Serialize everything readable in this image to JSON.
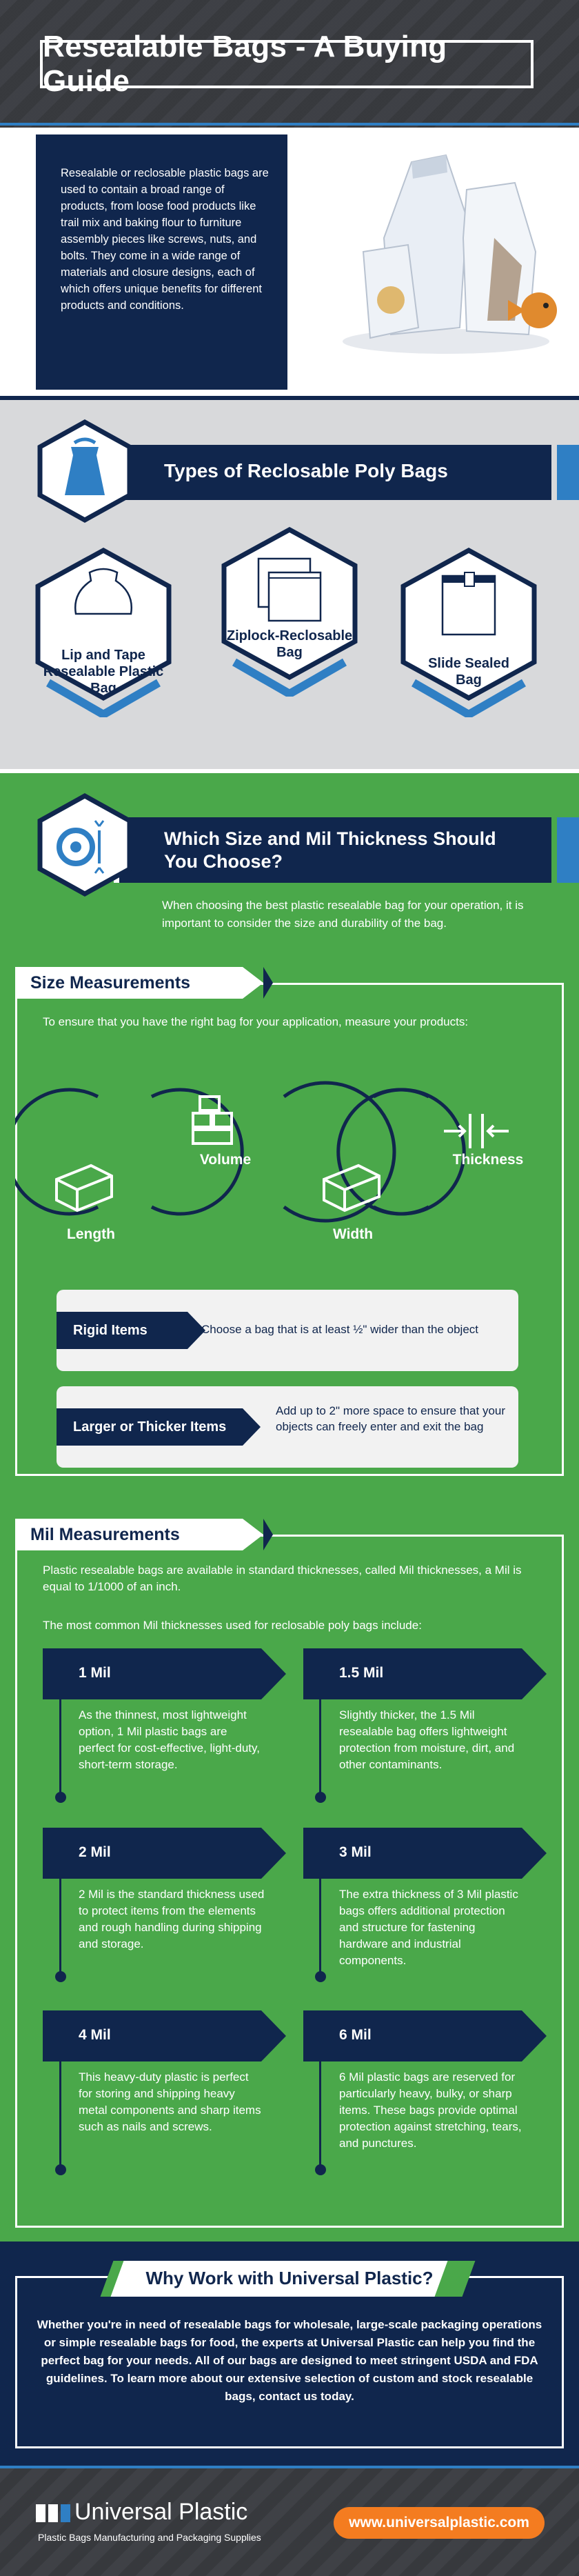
{
  "header": {
    "title": "Resealable Bags - A Buying Guide"
  },
  "intro": {
    "text": "Resealable or reclosable plastic bags are used to contain a broad range of products, from loose food products like trail mix and baking flour to furniture assembly pieces like screws, nuts, and bolts. They come in a wide range of materials and closure designs, each of which offers unique benefits for different products and conditions."
  },
  "types": {
    "title": "Types of Reclosable Poly Bags",
    "items": [
      {
        "label_1": "Lip and Tape",
        "label_2": "Resealable Plastic",
        "label_3": "Bag"
      },
      {
        "label_1": "Ziplock-Reclosable",
        "label_2": "Bag"
      },
      {
        "label_1": "Slide Sealed",
        "label_2": "Bag"
      }
    ]
  },
  "size": {
    "title": "Which Size and Mil Thickness Should You Choose?",
    "intro": "When choosing the best plastic resealable bag for your operation, it is important to consider the size and durability of the bag."
  },
  "measurements": {
    "title": "Size Measurements",
    "intro": "To ensure that you have the right bag for your application, measure your products:",
    "labels": {
      "volume": "Volume",
      "thickness": "Thickness",
      "length": "Length",
      "width": "Width"
    },
    "cards": [
      {
        "tag": "Rigid Items",
        "desc": "Choose a bag that is at least ½\" wider than the object"
      },
      {
        "tag": "Larger or Thicker Items",
        "desc": "Add up to 2\" more space to ensure that your objects can freely enter and exit the bag"
      }
    ]
  },
  "mil": {
    "title": "Mil Measurements",
    "intro": "Plastic resealable bags are available in standard thicknesses, called Mil thicknesses, a Mil is equal to 1/1000 of an inch.",
    "intro2": "The most common Mil thicknesses used for reclosable poly bags include:",
    "items": [
      {
        "label": "1 Mil",
        "desc": "As the thinnest, most lightweight option, 1 Mil plastic bags are perfect for cost-effective, light-duty, short-term storage."
      },
      {
        "label": "1.5 Mil",
        "desc": "Slightly thicker, the 1.5 Mil resealable bag offers lightweight protection from moisture, dirt, and other contaminants."
      },
      {
        "label": "2 Mil",
        "desc": "2 Mil is the standard thickness used to protect items from the elements and rough handling during shipping and storage."
      },
      {
        "label": "3 Mil",
        "desc": "The extra thickness of 3 Mil plastic bags offers additional protection and structure for fastening hardware and industrial components."
      },
      {
        "label": "4 Mil",
        "desc": "This heavy-duty plastic is perfect for storing and shipping heavy metal components and sharp items such as nails and screws."
      },
      {
        "label": "6 Mil",
        "desc": "6 Mil plastic bags are reserved for particularly heavy, bulky, or sharp items. These bags provide optimal protection against stretching, tears, and punctures."
      }
    ]
  },
  "why": {
    "title": "Why Work with Universal Plastic?",
    "text": "Whether you're in need of resealable bags for wholesale, large-scale packaging operations or simple resealable bags for food, the experts at Universal Plastic can help you find the perfect bag for your needs. All of our bags are designed to meet stringent USDA and FDA guidelines. To learn more about our extensive selection of custom and stock resealable bags, contact us today."
  },
  "footer": {
    "logo_name": "Universal Plastic",
    "tagline": "Plastic Bags Manufacturing and Packaging Supplies",
    "url": "www.universalplastic.com"
  },
  "colors": {
    "navy": "#10264d",
    "blue": "#2f7fc4",
    "green": "#4aa84a",
    "orange": "#f47c20",
    "gray": "#3b3d41"
  }
}
